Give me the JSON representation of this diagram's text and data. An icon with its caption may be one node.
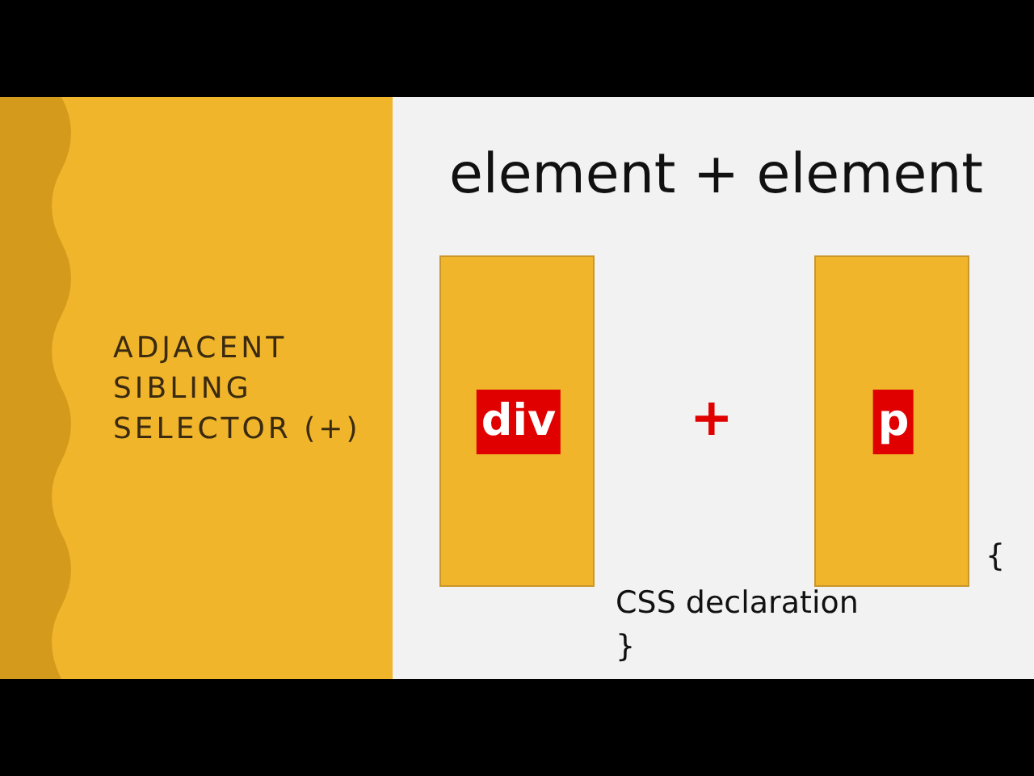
{
  "diagram": {
    "title": "ADJACENT SIBLING SELECTOR (+)",
    "nodes": [
      {
        "text": [],
        "shape": "box"
      },
      {
        "text": [
          "div"
        ],
        "in": 0
      },
      {
        "text": [],
        "shape": "box"
      },
      {
        "text": [
          "p"
        ],
        "in": 2
      }
    ],
    "labels": [
      "element + element",
      "+",
      "{",
      "CSS declaration",
      "}"
    ]
  }
}
